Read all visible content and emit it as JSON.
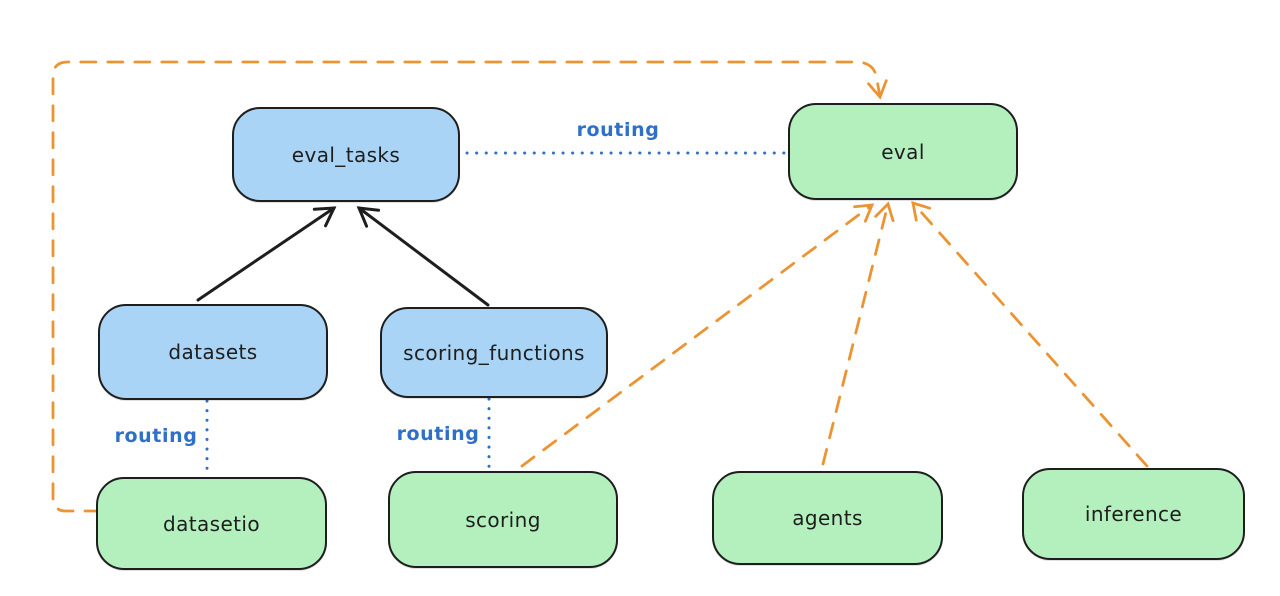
{
  "diagram": {
    "type": "architecture-diagram",
    "colors": {
      "blue-fill": "#a9d4f5",
      "green-fill": "#b4efbe",
      "stroke": "#1e1e1e",
      "orange": "#eb9433",
      "routing-blue": "#2e6fc8",
      "bg": "#ffffff"
    },
    "nodes": [
      {
        "id": "eval_tasks",
        "label": "eval_tasks",
        "color": "blue"
      },
      {
        "id": "eval",
        "label": "eval",
        "color": "green"
      },
      {
        "id": "datasets",
        "label": "datasets",
        "color": "blue"
      },
      {
        "id": "scoring_functions",
        "label": "scoring_functions",
        "color": "blue"
      },
      {
        "id": "datasetio",
        "label": "datasetio",
        "color": "green"
      },
      {
        "id": "scoring",
        "label": "scoring",
        "color": "green"
      },
      {
        "id": "agents",
        "label": "agents",
        "color": "green"
      },
      {
        "id": "inference",
        "label": "inference",
        "color": "green"
      }
    ],
    "edges": [
      {
        "from": "eval_tasks",
        "to": "eval",
        "style": "dotted",
        "color": "blue",
        "label": "routing"
      },
      {
        "from": "datasets",
        "to": "datasetio",
        "style": "dotted",
        "color": "blue",
        "label": "routing"
      },
      {
        "from": "scoring_functions",
        "to": "scoring",
        "style": "dotted",
        "color": "blue",
        "label": "routing"
      },
      {
        "from": "datasets",
        "to": "eval_tasks",
        "style": "solid-arrow",
        "color": "black",
        "label": ""
      },
      {
        "from": "scoring_functions",
        "to": "eval_tasks",
        "style": "solid-arrow",
        "color": "black",
        "label": ""
      },
      {
        "from": "datasetio",
        "to": "eval",
        "style": "dashed-arrow",
        "color": "orange",
        "label": ""
      },
      {
        "from": "scoring",
        "to": "eval",
        "style": "dashed-arrow",
        "color": "orange",
        "label": ""
      },
      {
        "from": "agents",
        "to": "eval",
        "style": "dashed-arrow",
        "color": "orange",
        "label": ""
      },
      {
        "from": "inference",
        "to": "eval",
        "style": "dashed-arrow",
        "color": "orange",
        "label": ""
      }
    ]
  }
}
